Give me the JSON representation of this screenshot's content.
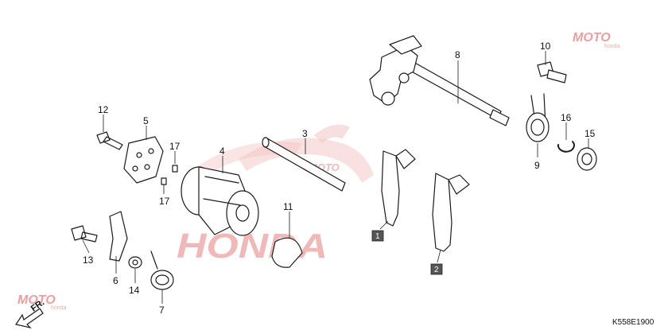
{
  "diagram": {
    "code": "K558E1900",
    "front_label": "FR.",
    "watermark": {
      "brand": "HONDA",
      "moto": "MOTO",
      "small": "honda"
    },
    "parts": [
      {
        "id": "p1",
        "label": "1",
        "boxed": true
      },
      {
        "id": "p2",
        "label": "2",
        "boxed": true
      },
      {
        "id": "p3",
        "label": "3"
      },
      {
        "id": "p4",
        "label": "4"
      },
      {
        "id": "p5",
        "label": "5"
      },
      {
        "id": "p6",
        "label": "6"
      },
      {
        "id": "p7",
        "label": "7"
      },
      {
        "id": "p8",
        "label": "8"
      },
      {
        "id": "p9",
        "label": "9"
      },
      {
        "id": "p10",
        "label": "10"
      },
      {
        "id": "p11",
        "label": "11"
      },
      {
        "id": "p12",
        "label": "12"
      },
      {
        "id": "p13",
        "label": "13"
      },
      {
        "id": "p14",
        "label": "14"
      },
      {
        "id": "p15",
        "label": "15"
      },
      {
        "id": "p16",
        "label": "16"
      },
      {
        "id": "p17a",
        "label": "17"
      },
      {
        "id": "p17b",
        "label": "17"
      }
    ],
    "colors": {
      "line": "#1a1a1a",
      "watermark": "#f2b6b6",
      "box": "#555555"
    }
  }
}
